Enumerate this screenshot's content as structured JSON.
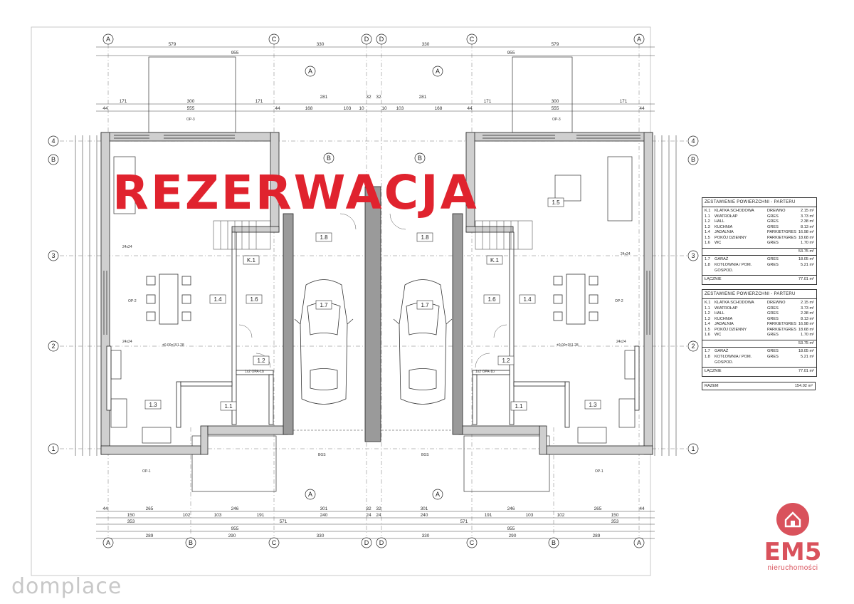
{
  "overlay_text": "REZERWACJA",
  "watermark": "domplace",
  "logo": {
    "name": "EM5",
    "subtitle": "nieruchomości",
    "color": "#d9525c"
  },
  "axes": {
    "top": [
      "A",
      "C",
      "D",
      "D",
      "C",
      "A"
    ],
    "bottom": [
      "A",
      "B",
      "C",
      "D",
      "D",
      "C",
      "B",
      "A"
    ],
    "left": [
      "4",
      "3",
      "2",
      "1"
    ],
    "right": [
      "4",
      "3",
      "2",
      "1"
    ],
    "section": "B"
  },
  "dimensions": {
    "top_row1": [
      "579",
      "330",
      "330",
      "579"
    ],
    "top_row2": [
      "955",
      "955"
    ],
    "top_row3": [
      "171",
      "300",
      "171",
      "281",
      "32",
      "32",
      "281",
      "171",
      "300",
      "171"
    ],
    "top_row4": [
      "44",
      "555",
      "44",
      "168",
      "103",
      "10",
      "10",
      "103",
      "168",
      "44",
      "555",
      "44"
    ],
    "bottom_row1": [
      "44",
      "265",
      "246",
      "301",
      "32",
      "32",
      "301",
      "246",
      "265",
      "44"
    ],
    "bottom_row2": [
      "150",
      "102",
      "103",
      "191",
      "240",
      "24",
      "24",
      "240",
      "191",
      "103",
      "102",
      "150"
    ],
    "bottom_row3": [
      "353",
      "571",
      "571",
      "353"
    ],
    "bottom_row4": [
      "955",
      "955"
    ],
    "bottom_row5": [
      "289",
      "290",
      "330",
      "330",
      "290",
      "289"
    ]
  },
  "rooms_left": [
    "1.8",
    "1.4",
    "1.6",
    "K.1",
    "1.7",
    "1.2",
    "1.3",
    "1.1"
  ],
  "rooms_right": [
    "1.5",
    "1.8",
    "K.1",
    "1.6",
    "1.4",
    "1.7",
    "1.2",
    "1.1",
    "1.3"
  ],
  "level_label": "±0.00=151.28",
  "labels": {
    "op1": "OP-1",
    "op2": "OP-2",
    "op3": "OP-3",
    "bgs": "BGS",
    "opa": "1x2 OPA-1b",
    "deck": "24x24"
  },
  "table1": {
    "title": "ZESTAWIENIE POWIERZCHNI - PARTERU",
    "rows": [
      [
        "K.1",
        "KLATKA SCHODOWA",
        "DREWNO",
        "2.15 m²"
      ],
      [
        "1.1",
        "WIATROŁAP",
        "GRES",
        "3.73 m²"
      ],
      [
        "1.2",
        "HALL",
        "GRES",
        "2.38 m²"
      ],
      [
        "1.3",
        "KUCHNIA",
        "GRES",
        "8.13 m²"
      ],
      [
        "1.4",
        "JADALNIA",
        "PARKIET/GRES",
        "16.98 m²"
      ],
      [
        "1.5",
        "POKÓJ DZIENNY",
        "PARKIET/GRES",
        "18.68 m²"
      ],
      [
        "1.6",
        "WC",
        "GRES",
        "1.70 m²"
      ]
    ],
    "subtotal": "53.75 m²",
    "rows2": [
      [
        "1.7",
        "GARAŻ",
        "GRES",
        "18.05 m²"
      ],
      [
        "1.8",
        "KOTŁOWNIA / POM. GOSPOD.",
        "GRES",
        "5.21 m²"
      ]
    ],
    "total_label": "ŁĄCZNIE",
    "total": "77.01 m²"
  },
  "table2": {
    "title": "ZESTAWIENIE POWIERZCHNI - PARTERU",
    "rows": [
      [
        "K.1",
        "KLATKA SCHODOWA",
        "DREWNO",
        "2.15 m²"
      ],
      [
        "1.1",
        "WIATROŁAP",
        "GRES",
        "3.73 m²"
      ],
      [
        "1.2",
        "HALL",
        "GRES",
        "2.38 m²"
      ],
      [
        "1.3",
        "KUCHNIA",
        "GRES",
        "8.13 m²"
      ],
      [
        "1.4",
        "JADALNIA",
        "PARKIET/GRES",
        "16.98 m²"
      ],
      [
        "1.5",
        "POKÓJ DZIENNY",
        "PARKIET/GRES",
        "18.68 m²"
      ],
      [
        "1.6",
        "WC",
        "GRES",
        "1.70 m²"
      ]
    ],
    "subtotal": "53.75 m²",
    "rows2": [
      [
        "1.7",
        "GARAŻ",
        "GRES",
        "18.05 m²"
      ],
      [
        "1.8",
        "KOTŁOWNIA / POM. GOSPOD.",
        "GRES",
        "5.21 m²"
      ]
    ],
    "total_label": "ŁĄCZNIE",
    "total": "77.01 m²"
  },
  "grand_total": {
    "label": "RAZEM",
    "value": "154.02 m²"
  }
}
